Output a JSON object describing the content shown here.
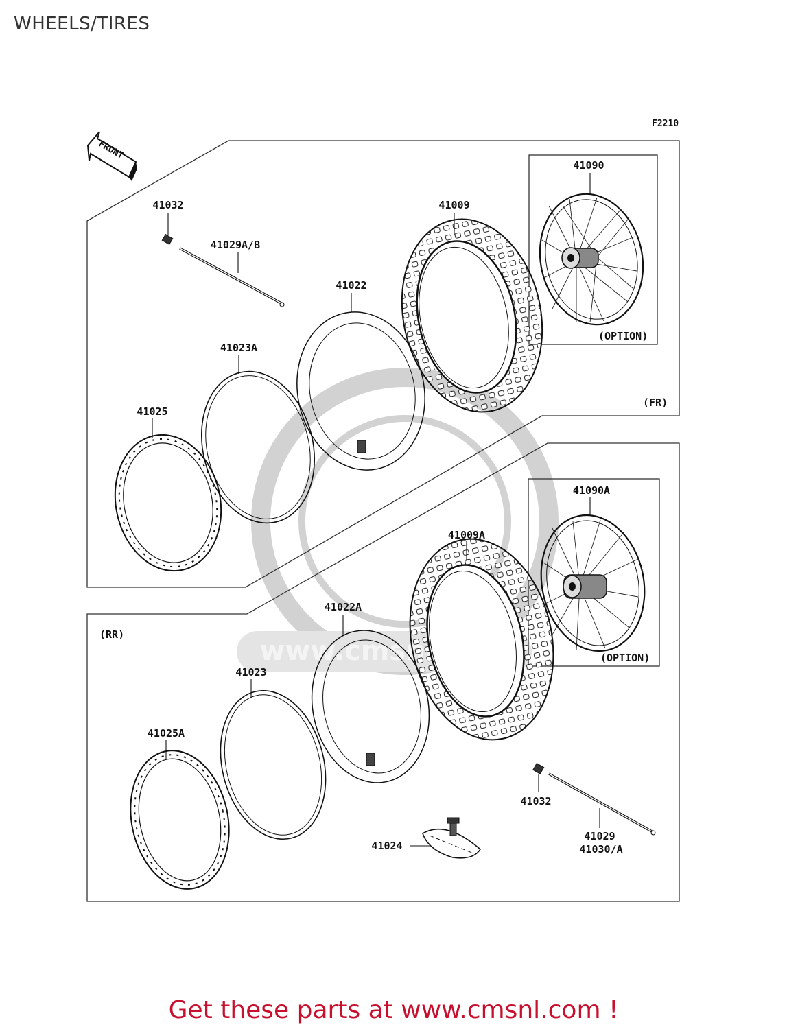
{
  "title": "WHEELS/TIRES",
  "figure_code": "F2210",
  "front_arrow_label": "FRONT",
  "section_labels": {
    "front": "(FR)",
    "rear": "(RR)"
  },
  "option_label": "(OPTION)",
  "watermark": "www.cmsnl.com",
  "callouts": {
    "front_spoke_nipple": "41032",
    "front_spoke": "41029A/B",
    "front_tube": "41022",
    "front_tire": "41009",
    "front_wheel_assy": "41090",
    "front_rim_band": "41023A",
    "front_rim": "41025",
    "rear_wheel_assy": "41090A",
    "rear_tire": "41009A",
    "rear_tube": "41022A",
    "rear_rim_band": "41023",
    "rear_rim": "41025A",
    "rear_spoke_nipple": "41032",
    "rim_lock": "41024",
    "rear_spoke_1": "41029",
    "rear_spoke_2": "41030/A"
  },
  "footer": "Get these parts at www.cmsnl.com !",
  "colors": {
    "footer": "#c8102e",
    "lines": "#111111",
    "watermark": "#d2d2d2"
  }
}
